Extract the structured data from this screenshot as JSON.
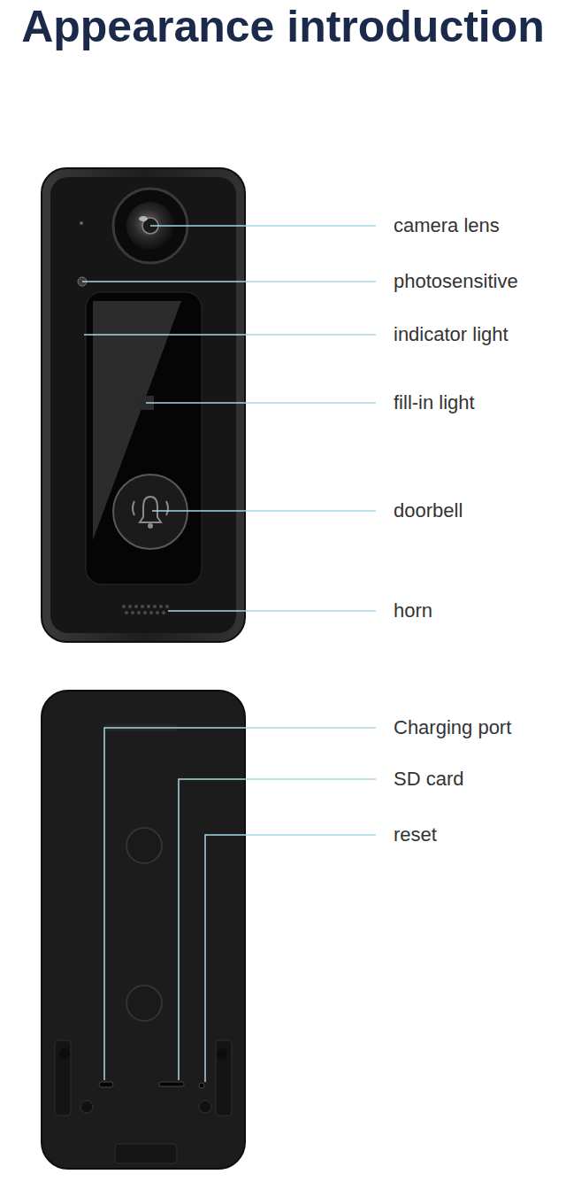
{
  "diagram": {
    "title": "Appearance introduction",
    "labels": [
      "camera lens",
      "photosensitive",
      "indicator light",
      "fill-in light",
      "doorbell",
      "horn",
      "Charging port",
      "SD card",
      "reset"
    ]
  }
}
